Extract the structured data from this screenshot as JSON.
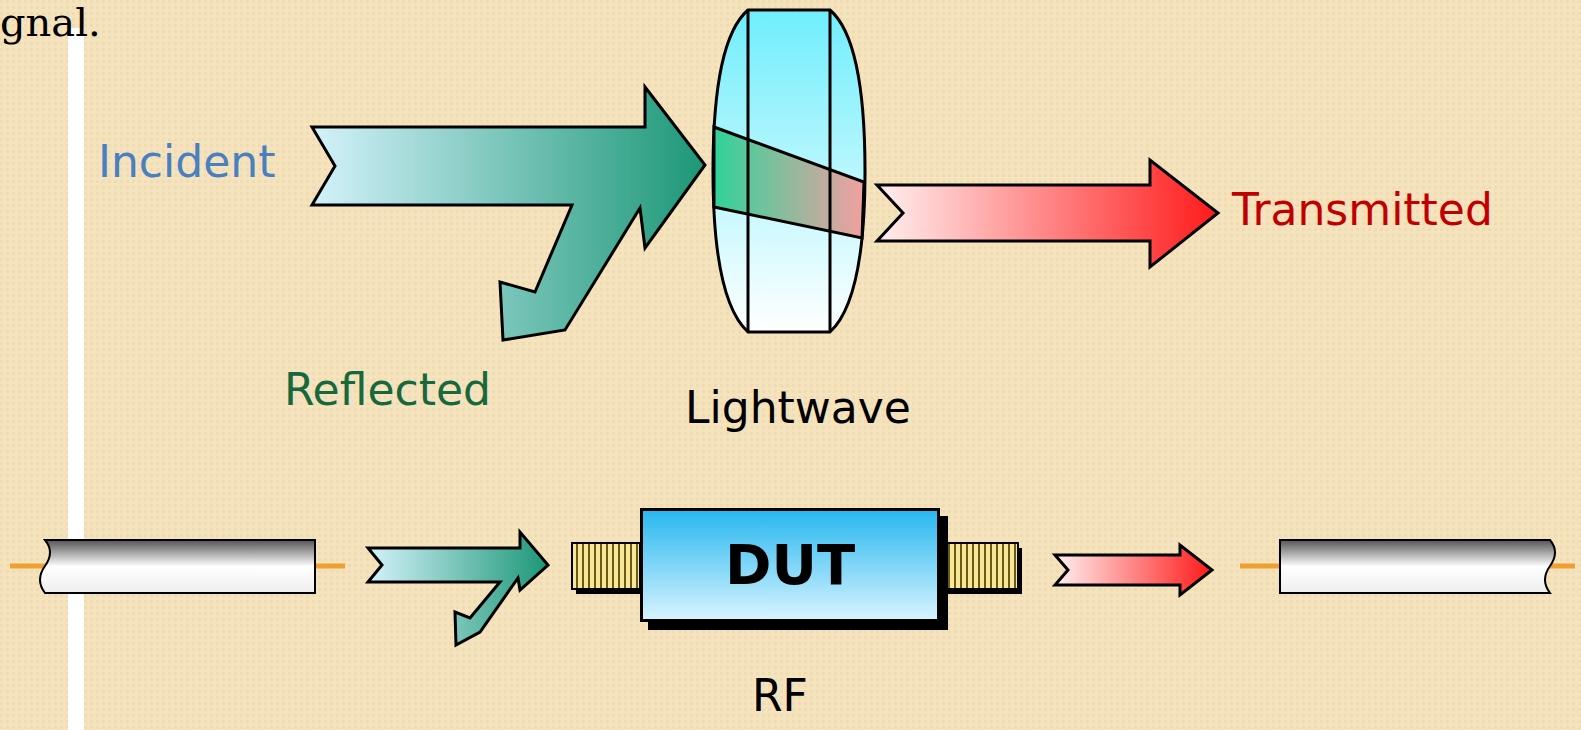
{
  "diagram": {
    "nodes": [
      {
        "text": [
          "DUT"
        ]
      }
    ],
    "labels": [
      "gnal.",
      "Incident",
      "Reflected",
      "Lightwave",
      "Transmitted",
      "RF"
    ]
  }
}
